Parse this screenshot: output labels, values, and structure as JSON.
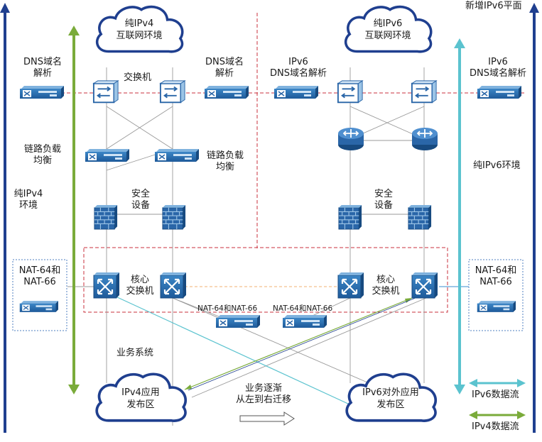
{
  "top_right_note": "新增IPv6平面",
  "clouds": {
    "ipv4_internet": [
      "纯IPv4",
      "互联网环境"
    ],
    "ipv6_internet": [
      "纯IPv6",
      "互联网环境"
    ],
    "ipv4_app_zone": [
      "IPv4应用",
      "发布区"
    ],
    "ipv6_app_zone": [
      "IPv6对外应用",
      "发布区"
    ]
  },
  "left_side": {
    "dns": [
      "DNS域名",
      "解析"
    ],
    "link_lb": [
      "链路负载",
      "均衡"
    ],
    "pure_ipv4_env": [
      "纯IPv4",
      "环境"
    ],
    "nat": [
      "NAT-64和",
      "NAT-66"
    ]
  },
  "right_side": {
    "dns": [
      "IPv6",
      "DNS域名解析"
    ],
    "pure_ipv6_env": "纯IPv6环境",
    "nat": [
      "NAT-64和",
      "NAT-66"
    ]
  },
  "ipv4_plane": {
    "switch": "交换机",
    "dns": [
      "DNS域名",
      "解析"
    ],
    "link_lb": [
      "链路负载",
      "均衡"
    ],
    "security": [
      "安全",
      "设备"
    ],
    "core_switch": [
      "核心",
      "交换机"
    ],
    "business_system": "业务系统"
  },
  "ipv6_plane": {
    "dns": [
      "IPv6",
      "DNS域名解析"
    ],
    "security": [
      "安全",
      "设备"
    ],
    "core_switch": [
      "核心",
      "交换机"
    ]
  },
  "nat_center_left": "NAT-64和NAT-66",
  "nat_center_right": "NAT-64和NAT-66",
  "migration": [
    "业务逐渐",
    "从左到右迁移"
  ],
  "legend": {
    "ipv6_flow": "IPv6数据流",
    "ipv4_flow": "IPv4数据流"
  },
  "colors": {
    "navy": "#1f3f8f",
    "device_blue": "#2a66a8",
    "ipv4_green": "#7aab3a",
    "ipv6_cyan": "#5bc3cf",
    "dashed_red": "#c8323c"
  }
}
